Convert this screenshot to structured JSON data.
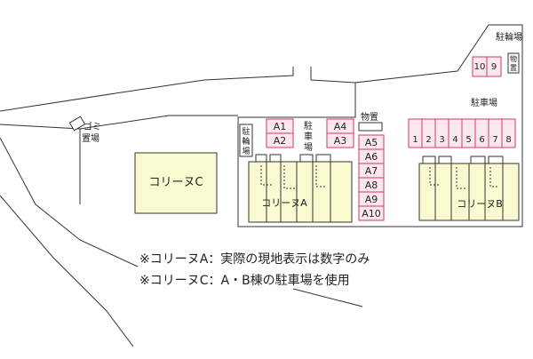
{
  "buildings": {
    "a": "コリーヌA",
    "b": "コリーヌB",
    "c": "コリーヌC"
  },
  "facilities": {
    "garbage": "ゴミ置場",
    "bicycle_left": "駐輪場",
    "bicycle_top": "駐輪場",
    "storage_top": "物置",
    "storage_mid": "物置"
  },
  "parking": {
    "lot_label_mid": "駐車場",
    "lot_label_right": "駐車場",
    "a_left": [
      "A1",
      "A2"
    ],
    "a_right": [
      "A4",
      "A3"
    ],
    "a_column": [
      "A5",
      "A6",
      "A7",
      "A8",
      "A9",
      "A10"
    ],
    "b_row": [
      "1",
      "2",
      "3",
      "4",
      "5",
      "6",
      "7",
      "8"
    ],
    "b_top": [
      "10",
      "9"
    ]
  },
  "notes": [
    "※コリーヌA：実際の現地表示は数字のみ",
    "※コリーヌC：A・B棟の駐車場を使用"
  ],
  "colors": {
    "parking_fill": "#fde8f0",
    "parking_stroke": "#d6336c",
    "building_fill": "#fafad0",
    "line": "#333333"
  }
}
